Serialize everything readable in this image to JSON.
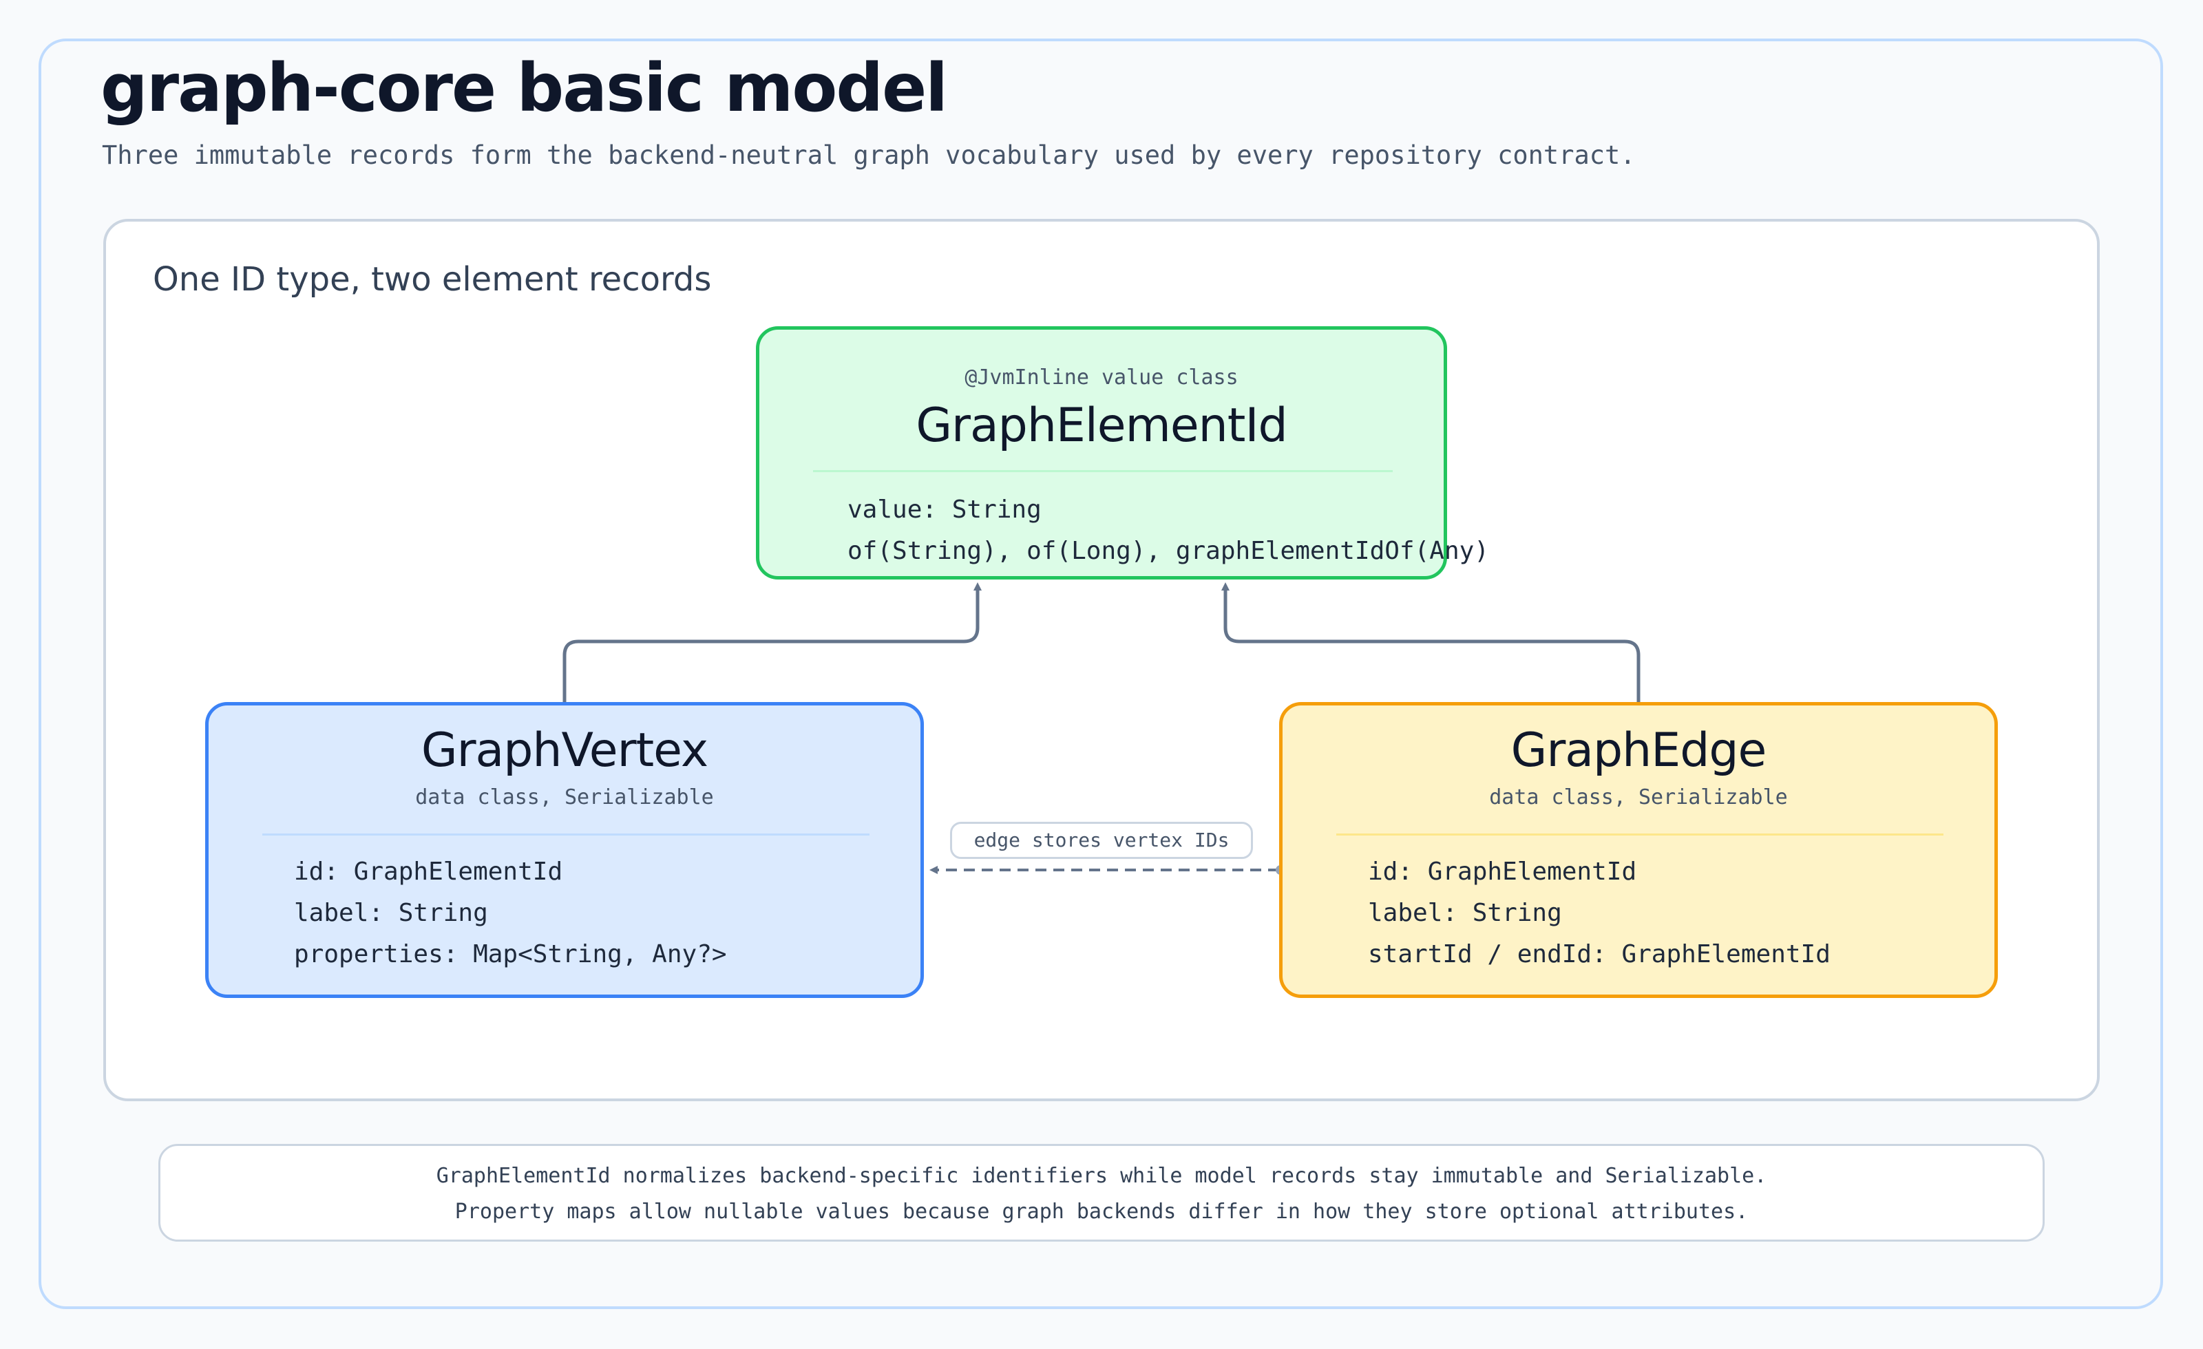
{
  "header": {
    "title": "graph-core basic model",
    "subtitle": "Three immutable records form the backend-neutral graph vocabulary used by every repository contract."
  },
  "panel": {
    "title": "One ID type, two element records"
  },
  "nodes": {
    "id_class": {
      "stereotype": "@JvmInline value class",
      "name": "GraphElementId",
      "fields": [
        "value: String",
        "of(String), of(Long), graphElementIdOf(Any)"
      ]
    },
    "vertex": {
      "name": "GraphVertex",
      "kind": "data class, Serializable",
      "fields": [
        "id: GraphElementId",
        "label: String",
        "properties: Map<String, Any?>"
      ]
    },
    "edge": {
      "name": "GraphEdge",
      "kind": "data class, Serializable",
      "fields": [
        "id: GraphElementId",
        "label: String",
        "startId / endId: GraphElementId"
      ]
    }
  },
  "connectors": {
    "edge_to_vertex_label": "edge stores vertex IDs"
  },
  "note": {
    "lines": [
      "GraphElementId normalizes backend-specific identifiers while model records stay immutable and Serializable.",
      "Property maps allow nullable values because graph backends differ in how they store optional attributes."
    ]
  },
  "colors": {
    "id_fill": "#dcfce7",
    "id_border": "#22c55e",
    "vertex_fill": "#dbeafe",
    "vertex_border": "#3b82f6",
    "edge_fill": "#fef3c7",
    "edge_border": "#f59e0b",
    "connector": "#64748b"
  }
}
